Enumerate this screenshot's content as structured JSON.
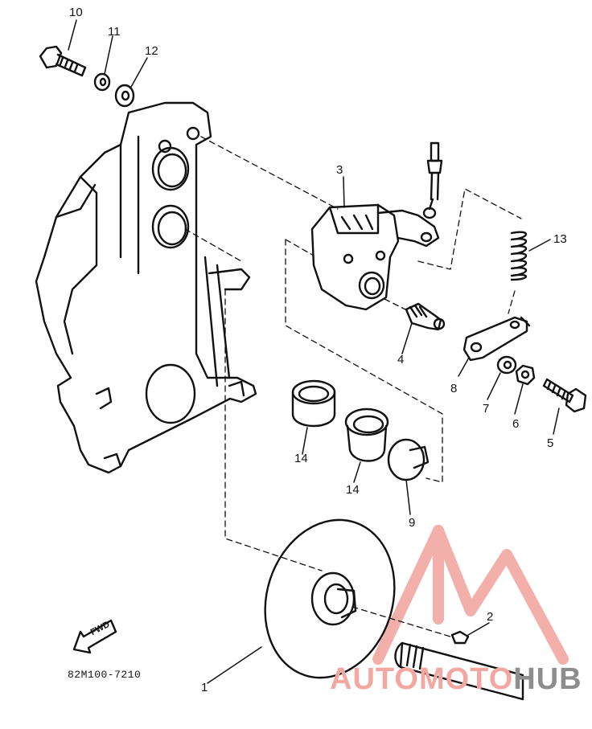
{
  "callouts": [
    "10",
    "11",
    "12",
    "3",
    "13",
    "4",
    "8",
    "7",
    "6",
    "5",
    "14",
    "14",
    "9",
    "2",
    "1"
  ],
  "diagram_code": "82M100-7210",
  "fwd_label": "FWD",
  "watermark": {
    "part1": "AUTO",
    "part2": "MOTO",
    "part3": "HUB",
    "color_red": "#f2a7a1",
    "color_gray": "#8d8d8d"
  }
}
